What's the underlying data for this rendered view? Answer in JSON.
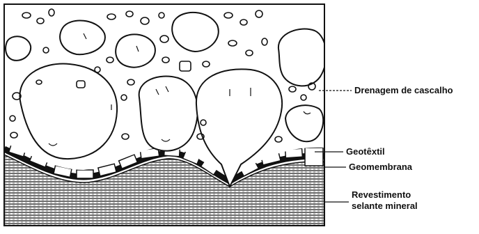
{
  "labels": {
    "drenagem": "Drenagem de cascalho",
    "geotextil": "Geotêxtil",
    "geomembrana": "Geomembrana",
    "revestimento_line1": "Revestimento",
    "revestimento_line2": "selante mineral"
  },
  "colors": {
    "ink": "#111111",
    "background": "#ffffff",
    "hatch": "#222222"
  }
}
